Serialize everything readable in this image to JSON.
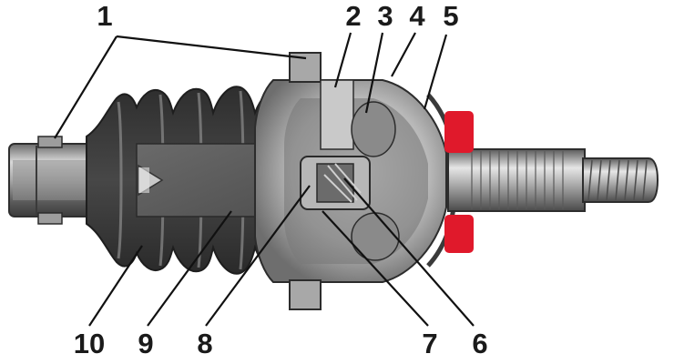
{
  "figure": {
    "labels": [
      {
        "id": "1",
        "text": "1"
      },
      {
        "id": "2",
        "text": "2"
      },
      {
        "id": "3",
        "text": "3"
      },
      {
        "id": "4",
        "text": "4"
      },
      {
        "id": "5",
        "text": "5"
      },
      {
        "id": "6",
        "text": "6"
      },
      {
        "id": "7",
        "text": "7"
      },
      {
        "id": "8",
        "text": "8"
      },
      {
        "id": "9",
        "text": "9"
      },
      {
        "id": "10",
        "text": "10"
      }
    ]
  },
  "colors": {
    "background": "#ffffff",
    "metal_light": "#d8d8d8",
    "metal_mid": "#9a9a9a",
    "metal_dark": "#4a4a4a",
    "boot": "#3f3f3f",
    "boot_highlight": "#8c8c8c",
    "cutaway": "#5e5e5e",
    "highlight_red": "#e0192b",
    "label": "#1a1a1a"
  }
}
